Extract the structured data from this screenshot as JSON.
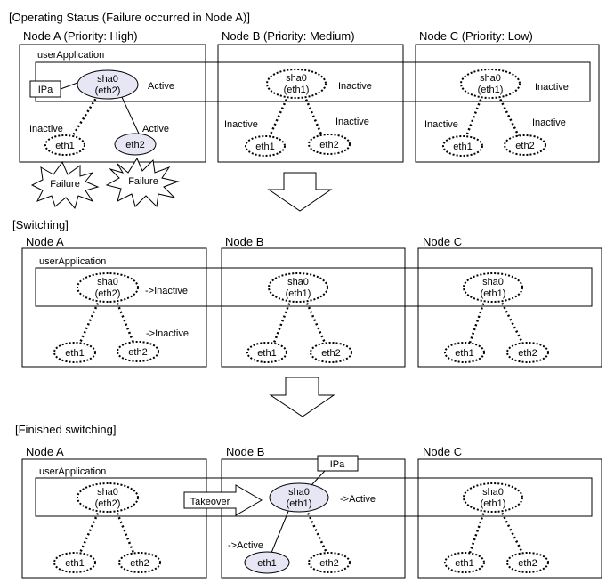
{
  "sections": [
    {
      "title": "[Operating Status (Failure occurred in Node A)]",
      "nodes": [
        {
          "label": "Node A (Priority: High)",
          "app_label": "userApplication",
          "sha0": {
            "name": "sha0",
            "sub": "(eth2)",
            "state": "Active",
            "active": true,
            "ip": "IPa"
          },
          "eth1": {
            "name": "eth1",
            "state": "Inactive",
            "active": false
          },
          "eth2": {
            "name": "eth2",
            "state": "Active",
            "active": true
          },
          "failures": [
            "Failure",
            "Failure"
          ]
        },
        {
          "label": "Node B (Priority: Medium)",
          "sha0": {
            "name": "sha0",
            "sub": "(eth1)",
            "state": "Inactive",
            "active": false
          },
          "eth1": {
            "name": "eth1",
            "state": "Inactive",
            "active": false
          },
          "eth2": {
            "name": "eth2",
            "state": "Inactive",
            "active": false
          }
        },
        {
          "label": "Node C (Priority: Low)",
          "sha0": {
            "name": "sha0",
            "sub": "(eth1)",
            "state": "Inactive",
            "active": false
          },
          "eth1": {
            "name": "eth1",
            "state": "Inactive",
            "active": false
          },
          "eth2": {
            "name": "eth2",
            "state": "Inactive",
            "active": false
          }
        }
      ]
    },
    {
      "title": "[Switching]",
      "nodes": [
        {
          "label": "Node A",
          "app_label": "userApplication",
          "sha0": {
            "name": "sha0",
            "sub": "(eth2)",
            "state": "->Inactive",
            "active": false
          },
          "eth1": {
            "name": "eth1",
            "state": "",
            "active": false
          },
          "eth2": {
            "name": "eth2",
            "state": "->Inactive",
            "active": false
          }
        },
        {
          "label": "Node B",
          "sha0": {
            "name": "sha0",
            "sub": "(eth1)",
            "state": "",
            "active": false
          },
          "eth1": {
            "name": "eth1",
            "state": "",
            "active": false
          },
          "eth2": {
            "name": "eth2",
            "state": "",
            "active": false
          }
        },
        {
          "label": "Node C",
          "sha0": {
            "name": "sha0",
            "sub": "(eth1)",
            "state": "",
            "active": false
          },
          "eth1": {
            "name": "eth1",
            "state": "",
            "active": false
          },
          "eth2": {
            "name": "eth2",
            "state": "",
            "active": false
          }
        }
      ]
    },
    {
      "title": "[Finished switching]",
      "nodes": [
        {
          "label": "Node A",
          "app_label": "userApplication",
          "sha0": {
            "name": "sha0",
            "sub": "(eth2)",
            "state": "",
            "active": false
          },
          "eth1": {
            "name": "eth1",
            "state": "",
            "active": false
          },
          "eth2": {
            "name": "eth2",
            "state": "",
            "active": false
          }
        },
        {
          "label": "Node B",
          "sha0": {
            "name": "sha0",
            "sub": "(eth1)",
            "state": "->Active",
            "active": true,
            "ip": "IPa"
          },
          "eth1": {
            "name": "eth1",
            "state": "->Active",
            "active": true
          },
          "eth2": {
            "name": "eth2",
            "state": "",
            "active": false
          }
        },
        {
          "label": "Node C",
          "sha0": {
            "name": "sha0",
            "sub": "(eth1)",
            "state": "",
            "active": false
          },
          "eth1": {
            "name": "eth1",
            "state": "",
            "active": false
          },
          "eth2": {
            "name": "eth2",
            "state": "",
            "active": false
          }
        }
      ],
      "takeover_label": "Takeover"
    }
  ],
  "colors": {
    "active_fill": "#e6e6f4",
    "line": "#000000",
    "background": "#ffffff"
  }
}
